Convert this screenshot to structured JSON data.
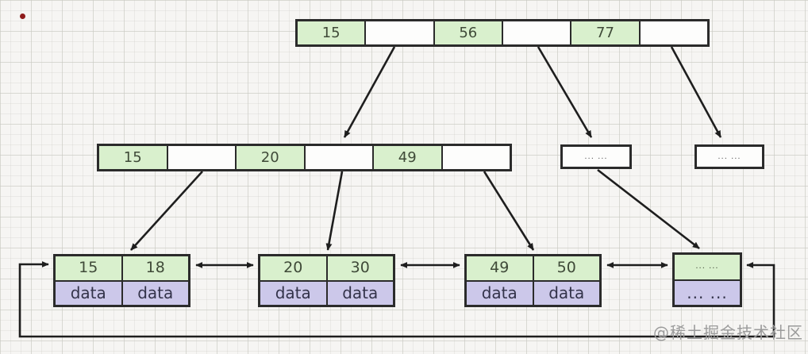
{
  "watermark": "@稀土掘金技术社区",
  "nodes": {
    "root": {
      "cells": [
        "15",
        "",
        "56",
        "",
        "77",
        ""
      ]
    },
    "internal": {
      "cells": [
        "15",
        "",
        "20",
        "",
        "49",
        ""
      ]
    },
    "ellipsis1": "... ...",
    "ellipsis2": "... ...",
    "leaves": [
      {
        "keys": [
          "15",
          "18"
        ],
        "data": [
          "data",
          "data"
        ]
      },
      {
        "keys": [
          "20",
          "30"
        ],
        "data": [
          "data",
          "data"
        ]
      },
      {
        "keys": [
          "49",
          "50"
        ],
        "data": [
          "data",
          "data"
        ]
      },
      {
        "keys": [
          "... ..."
        ],
        "data": [
          "... ..."
        ]
      }
    ]
  },
  "colors": {
    "key_fill": "#d9f0cd",
    "data_fill": "#ccc8ea",
    "border": "#2b2b2b",
    "arrow": "#1e1e1e",
    "watermark_text": "#9b9b9b",
    "marker_dot": "#8e1b1b"
  }
}
